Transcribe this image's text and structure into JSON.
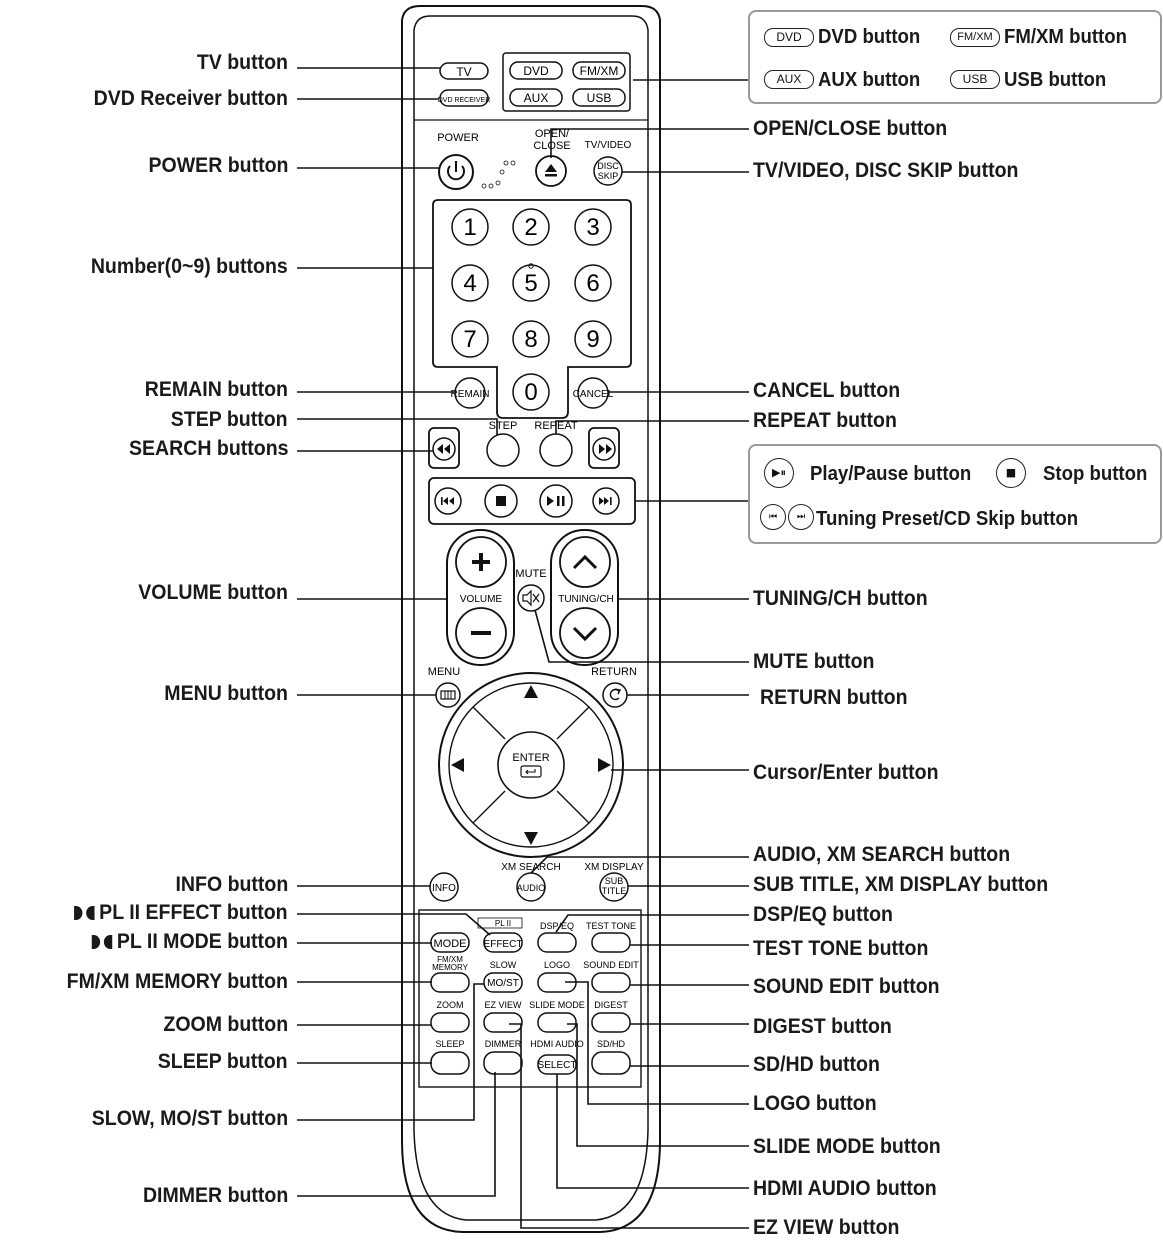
{
  "left_labels": {
    "tv": "TV button",
    "dvd_receiver": "DVD Receiver button",
    "power": "POWER button",
    "number": "Number(0~9) buttons",
    "remain": "REMAIN button",
    "step": "STEP button",
    "search": "SEARCH buttons",
    "volume": "VOLUME button",
    "menu": "MENU button",
    "info": "INFO button",
    "pl2_effect": "PL II EFFECT button",
    "pl2_mode": "PL II MODE button",
    "fmxm_memory": "FM/XM MEMORY button",
    "zoom": "ZOOM button",
    "sleep": "SLEEP button",
    "slow": "SLOW, MO/ST button",
    "dimmer": "DIMMER button"
  },
  "right_labels": {
    "open_close": "OPEN/CLOSE button",
    "tv_video": "TV/VIDEO, DISC SKIP button",
    "cancel": "CANCEL button",
    "repeat": "REPEAT button",
    "tuning": "TUNING/CH button",
    "mute": "MUTE button",
    "return": "RETURN button",
    "cursor": "Cursor/Enter button",
    "audio": "AUDIO, XM SEARCH button",
    "subtitle": "SUB TITLE, XM DISPLAY button",
    "dsp": "DSP/EQ button",
    "test_tone": "TEST TONE button",
    "sound_edit": "SOUND EDIT button",
    "digest": "DIGEST button",
    "sdhd": "SD/HD button",
    "logo": "LOGO button",
    "slide": "SLIDE MODE button",
    "hdmi": "HDMI AUDIO button",
    "ezview": "EZ VIEW button"
  },
  "source_key": {
    "dvd_icon": "DVD",
    "dvd_text": "DVD button",
    "fmxm_icon": "FM/XM",
    "fmxm_text": "FM/XM button",
    "aux_icon": "AUX",
    "aux_text": "AUX button",
    "usb_icon": "USB",
    "usb_text": "USB button"
  },
  "play_key": {
    "play_text": "Play/Pause button",
    "stop_text": "Stop button",
    "skip_text": "Tuning Preset/CD Skip button"
  },
  "remote": {
    "tv": "TV",
    "dvd_receiver": "DVD RECEIVER",
    "dvd": "DVD",
    "fmxm": "FM/XM",
    "aux": "AUX",
    "usb": "USB",
    "power": "POWER",
    "open_close_1": "OPEN/",
    "open_close_2": "CLOSE",
    "tv_video": "TV/VIDEO",
    "disc_1": "DISC",
    "disc_2": "SKIP",
    "n1": "1",
    "n2": "2",
    "n3": "3",
    "n4": "4",
    "n5": "5",
    "n6": "6",
    "n7": "7",
    "n8": "8",
    "n9": "9",
    "n0": "0",
    "remain": "REMAIN",
    "cancel": "CANCEL",
    "step": "STEP",
    "repeat": "REPEAT",
    "mute": "MUTE",
    "volume": "VOLUME",
    "tuning_ch": "TUNING/CH",
    "menu": "MENU",
    "return": "RETURN",
    "enter": "ENTER",
    "xm_search": "XM SEARCH",
    "xm_display": "XM DISPLAY",
    "info": "INFO",
    "audio": "AUDIO",
    "sub": "SUB",
    "title": "TITLE",
    "pl2": "PL II",
    "mode": "MODE",
    "effect": "EFFECT",
    "dsp_eq": "DSP/EQ",
    "test_tone": "TEST TONE",
    "fmxm_1": "FM/XM",
    "fmxm_2": "MEMORY",
    "slow": "SLOW",
    "mo_st": "MO/ST",
    "logo": "LOGO",
    "sound_edit": "SOUND EDIT",
    "zoom": "ZOOM",
    "ez_view": "EZ VIEW",
    "slide_mode": "SLIDE MODE",
    "digest": "DIGEST",
    "sleep": "SLEEP",
    "dimmer": "DIMMER",
    "hdmi_audio": "HDMI AUDIO",
    "select": "SELECT",
    "sd_hd": "SD/HD"
  }
}
